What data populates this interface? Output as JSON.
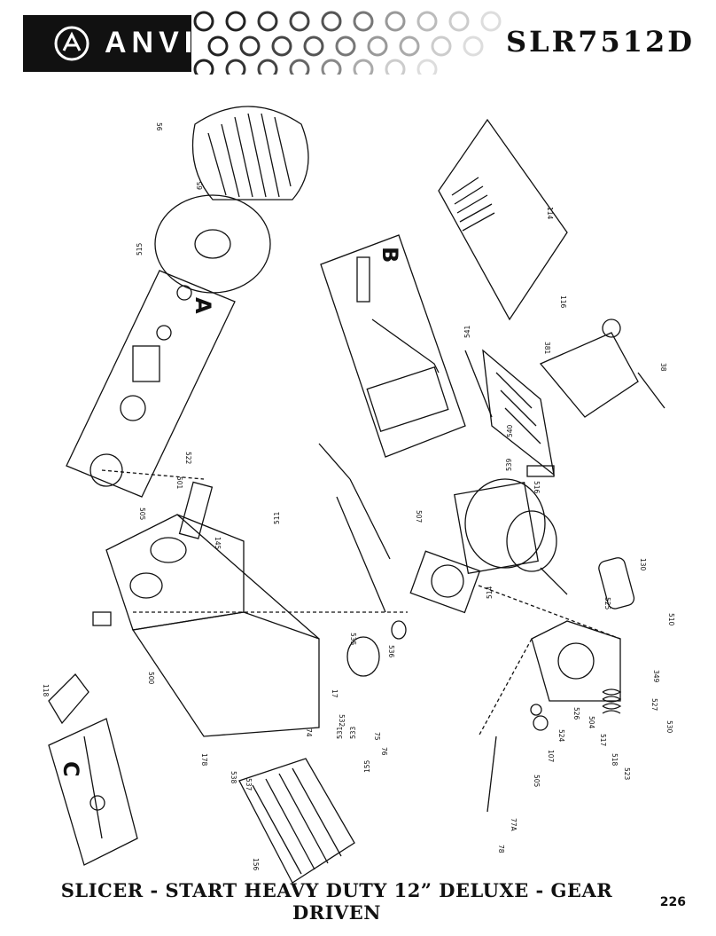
{
  "header": {
    "brand": "ANVIL",
    "model": "SLR7512D"
  },
  "footer": {
    "title": "SLICER - START HEAVY DUTY 12” DELUXE - GEAR DRIVEN",
    "page": "226"
  },
  "insets": {
    "a": "A",
    "b": "B",
    "c": "C"
  },
  "parts": {
    "p56": "56",
    "p65": "65",
    "p515": "515",
    "p114": "114",
    "p116": "116",
    "p541": "541",
    "p540": "540",
    "p539": "539",
    "p38": "38",
    "p381": "381",
    "p522": "522",
    "p501": "501",
    "p505": "505",
    "p145": "145",
    "p511": "511",
    "p507": "507",
    "p516": "516",
    "p514": "514",
    "p130": "130",
    "p510": "510",
    "p525": "525",
    "p500": "500",
    "p535": "535",
    "p536": "536",
    "p17": "17",
    "p74": "74",
    "p531": "531",
    "p533": "533",
    "p75": "75",
    "p76": "76",
    "p155": "155",
    "p178": "178",
    "p538": "538",
    "p537": "537",
    "p156": "156",
    "p524": "524",
    "p526": "526",
    "p107": "107",
    "p505b": "505",
    "p504": "504",
    "p517": "517",
    "p518": "518",
    "p523": "523",
    "p527": "527",
    "p530": "530",
    "p349": "349",
    "p78": "78",
    "p77a": "77A",
    "p118": "118",
    "p532": "532"
  }
}
